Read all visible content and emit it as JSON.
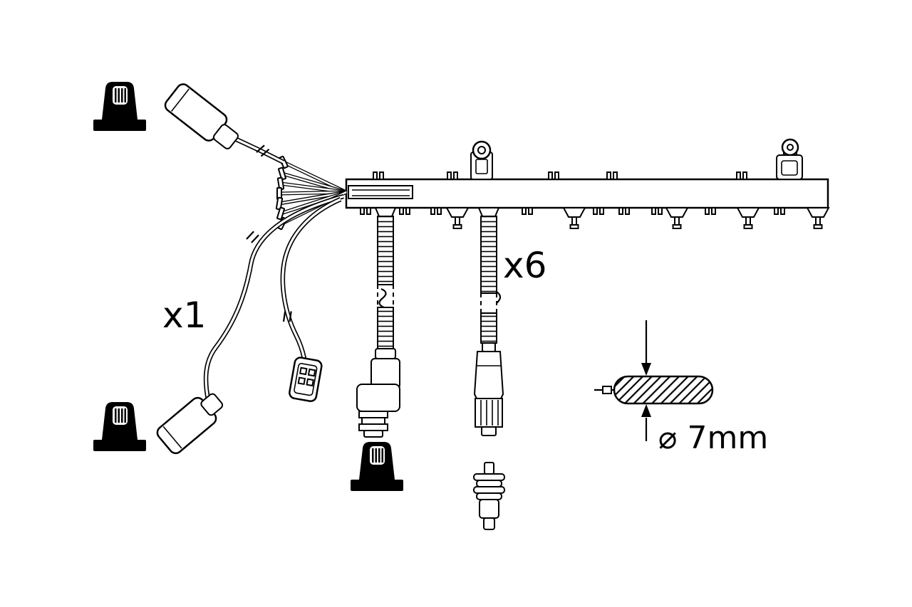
{
  "figure": {
    "type": "technical-line-drawing",
    "subject": "ignition cable set with cable rail, harness and spark plug connectors",
    "background_color": "#ffffff",
    "line_color": "#000000",
    "labels": {
      "harness_count": "x1",
      "lead_count": "x6",
      "diameter": "⌀ 7mm"
    },
    "components": [
      "spark-plug-boot",
      "cable-rail",
      "mounting-bracket",
      "ignition-harness",
      "corrugated-lead",
      "angled-plug-connector",
      "straight-plug-connector",
      "plug-terminal",
      "cable-cross-section",
      "dimension-arrows"
    ]
  }
}
